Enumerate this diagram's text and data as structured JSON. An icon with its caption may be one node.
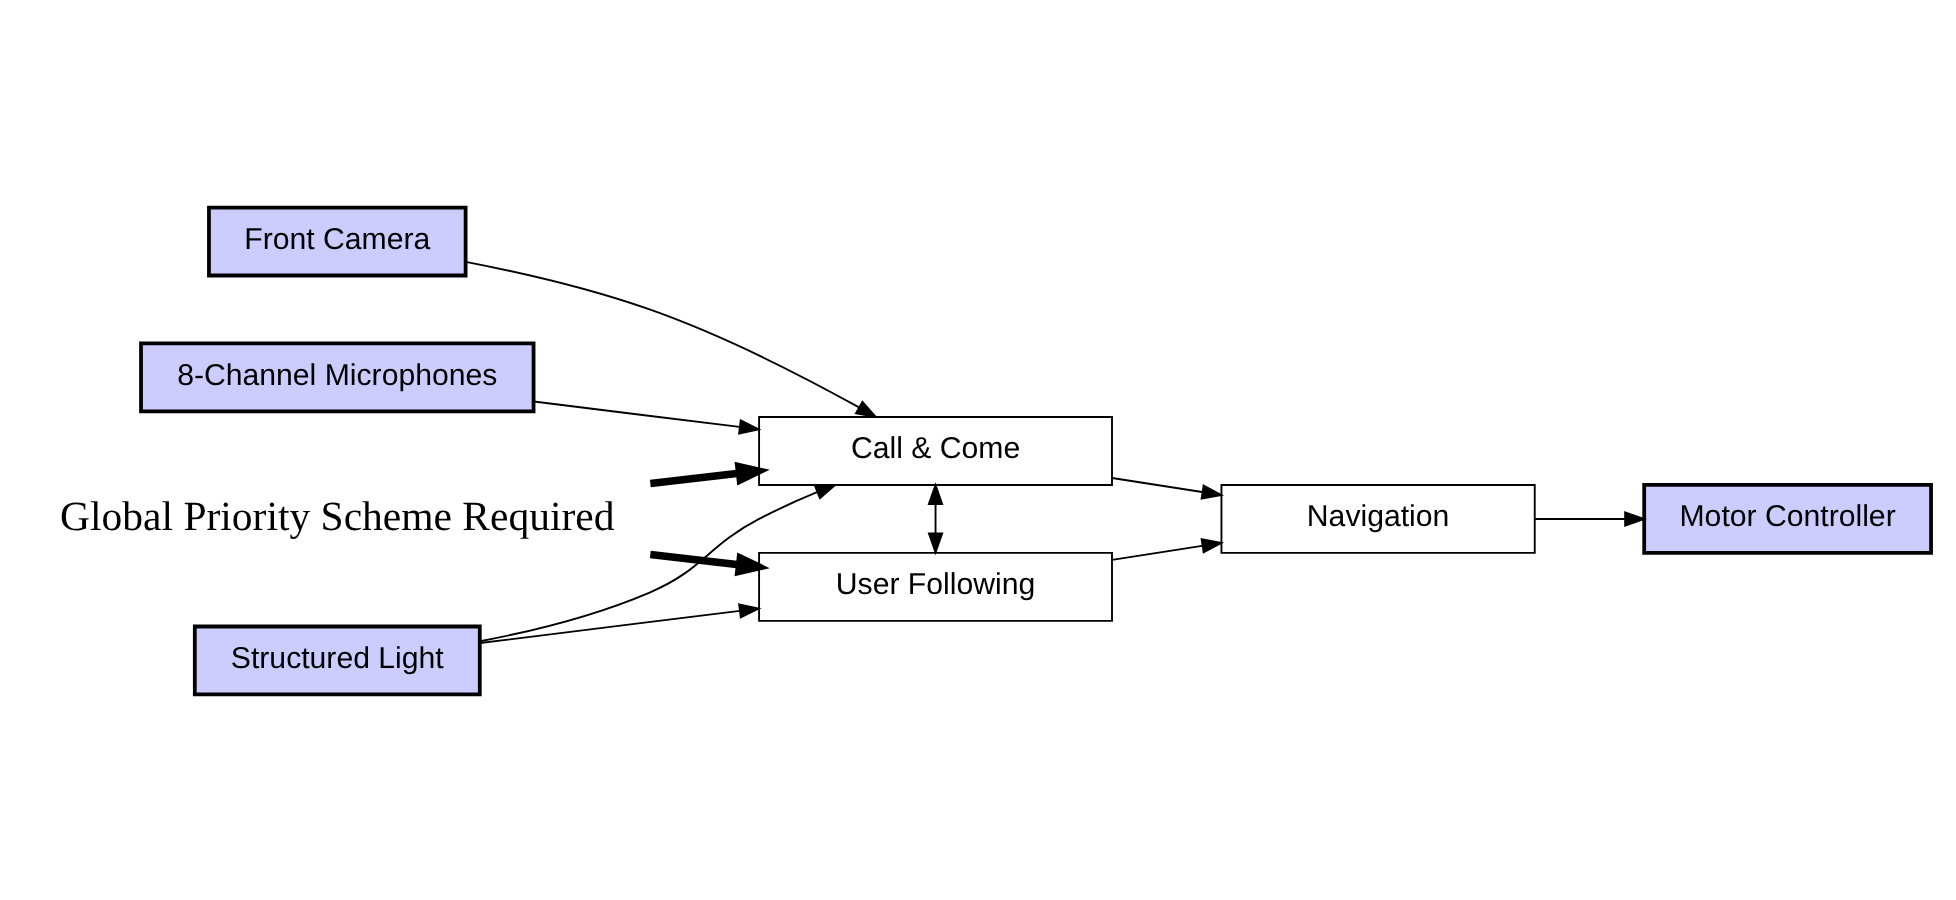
{
  "diagram": {
    "nodes": [
      {
        "text": [
          "Global Priority Scheme Required"
        ]
      },
      {
        "text": [
          "Front Camera"
        ]
      },
      {
        "text": [
          "8-Channel Microphones"
        ]
      },
      {
        "text": [
          "Call & Come"
        ]
      },
      {
        "text": [
          "Structured Light"
        ]
      },
      {
        "text": [
          "User Following"
        ]
      },
      {
        "text": [
          "Navigation"
        ]
      },
      {
        "text": [
          "Motor Controller"
        ]
      }
    ],
    "edges": [
      {
        "from": 0,
        "to": 3,
        "arrow": "to",
        "style": "thick"
      },
      {
        "from": 0,
        "to": 5,
        "arrow": "to",
        "style": "thick"
      },
      {
        "from": 1,
        "to": 3,
        "arrow": "to"
      },
      {
        "from": 2,
        "to": 3,
        "arrow": "to"
      },
      {
        "from": 4,
        "to": 3,
        "arrow": "to"
      },
      {
        "from": 4,
        "to": 5,
        "arrow": "to"
      },
      {
        "from": 3,
        "to": 5,
        "arrow": "both"
      },
      {
        "from": 3,
        "to": 6,
        "arrow": "to"
      },
      {
        "from": 5,
        "to": 6,
        "arrow": "to"
      },
      {
        "from": 6,
        "to": 7,
        "arrow": "to"
      }
    ]
  }
}
